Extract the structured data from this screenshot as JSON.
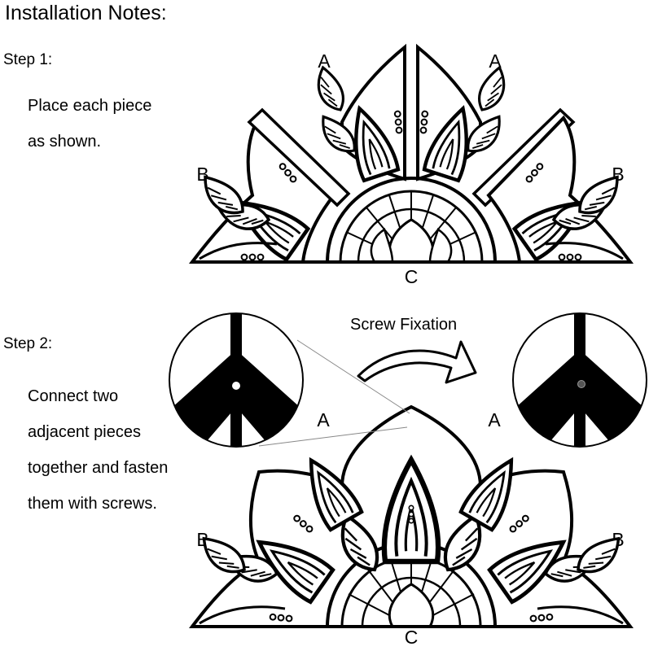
{
  "title": "Installation Notes:",
  "step1": {
    "heading": "Step 1:",
    "lines": [
      "Place each piece",
      "as shown."
    ]
  },
  "step2": {
    "heading": "Step 2:",
    "lines": [
      "Connect two",
      "adjacent pieces",
      "together and fasten",
      "them with screws."
    ],
    "arrow_label": "Screw Fixation"
  },
  "piece_labels": {
    "a": "A",
    "b": "B",
    "c": "C"
  },
  "colors": {
    "ink": "#000000",
    "paper": "#ffffff"
  }
}
